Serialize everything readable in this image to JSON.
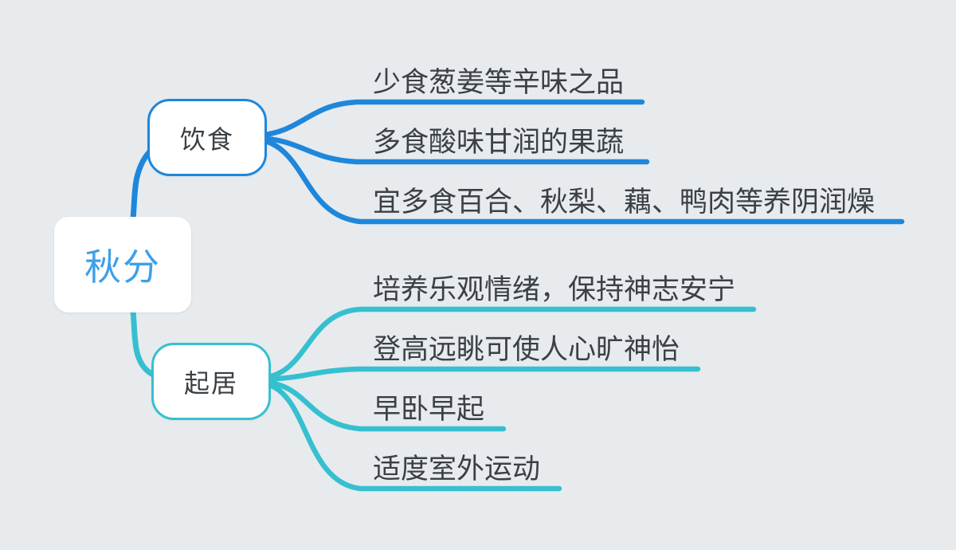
{
  "colors": {
    "background": "#e7ebee",
    "diet": "#1e87db",
    "living": "#36c0cf",
    "root_text": "#3da0e8",
    "node_text": "#3a3f44",
    "child_text": "#3c4045",
    "node_bg": "#ffffff"
  },
  "root": {
    "label": "秋分"
  },
  "branches": [
    {
      "id": "diet",
      "label": "饮食",
      "children": [
        "少食葱姜等辛味之品",
        "多食酸味甘润的果蔬",
        "宜多食百合、秋梨、藕、鸭肉等养阴润燥"
      ]
    },
    {
      "id": "living",
      "label": "起居",
      "children": [
        "培养乐观情绪，保持神志安宁",
        "登高远眺可使人心旷神怡",
        "早卧早起",
        "适度室外运动"
      ]
    }
  ]
}
